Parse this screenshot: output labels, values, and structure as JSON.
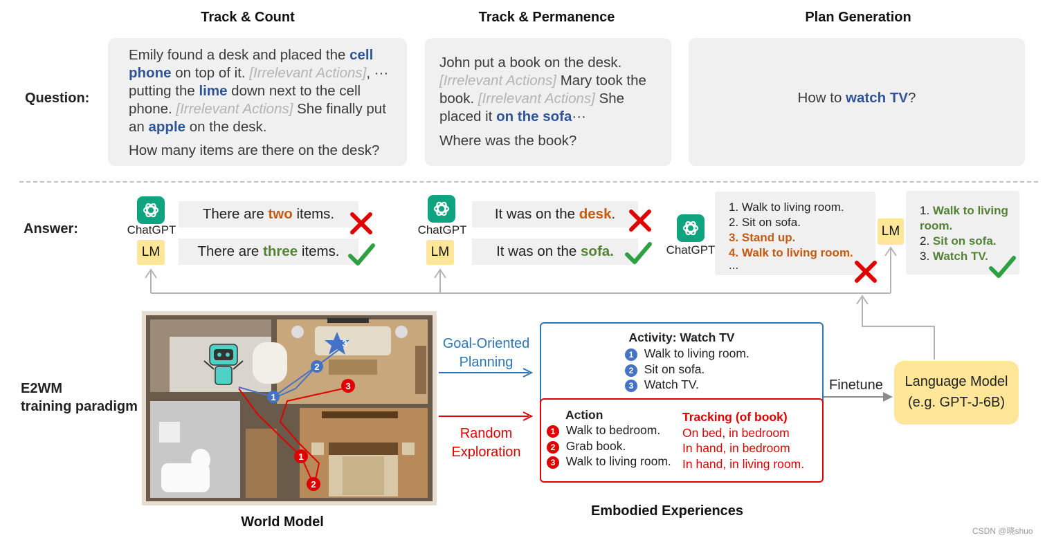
{
  "columns": {
    "track_count": "Track & Count",
    "track_permanence": "Track & Permanence",
    "plan_generation": "Plan Generation"
  },
  "labels": {
    "question": "Question:",
    "answer": "Answer:",
    "e2wm_line1": "E2WM",
    "e2wm_line2": "training paradigm"
  },
  "q1": {
    "p1": "Emily found a desk and placed the ",
    "h1": "cell phone",
    "p2": " on top of it. ",
    "irr1": "[Irrelevant Actions]",
    "p3": ", ··· putting the ",
    "h2": "lime",
    "p4": " down next to the cell phone. ",
    "irr2": "[Irrelevant Actions]",
    "p5": "  She finally put an ",
    "h3": "apple",
    "p6": " on the desk.",
    "question": "How many items are there on the desk?"
  },
  "q2": {
    "p1": "John put a book on the desk. ",
    "irr1": "[Irrelevant Actions]",
    "p2": " Mary took the book. ",
    "irr2": "[Irrelevant Actions]",
    "p3": " She placed it ",
    "h1": "on the sofa",
    "p4": "···",
    "question": "Where was the book?"
  },
  "q3": {
    "p1": "How to ",
    "h1": "watch TV",
    "p2": "?"
  },
  "a1": {
    "chatgpt_pre": "There are ",
    "chatgpt_hl": "two",
    "chatgpt_post": " items.",
    "lm_pre": "There are ",
    "lm_hl": "three",
    "lm_post": " items."
  },
  "a2": {
    "chatgpt_pre": "It was on the ",
    "chatgpt_hl": "desk",
    "chatgpt_post": ".",
    "lm_pre": "It was on the ",
    "lm_hl": "sofa",
    "lm_post": "."
  },
  "a3": {
    "chatgpt": [
      "1. Walk to living room.",
      "2. Sit on sofa.",
      "3. Stand up.",
      "4. Walk to living room.",
      "..."
    ],
    "lm_1_num": "1. ",
    "lm_1": "Walk to living room.",
    "lm_2_num": "2. ",
    "lm_2": "Sit on sofa.",
    "lm_3_num": "3. ",
    "lm_3": "Watch TV."
  },
  "chatgpt_label": "ChatGPT",
  "lm_label": "LM",
  "flow": {
    "goal_oriented_1": "Goal-Oriented",
    "goal_oriented_2": "Planning",
    "random_1": "Random",
    "random_2": "Exploration",
    "finetune": "Finetune"
  },
  "activity": {
    "title": "Activity: Watch TV",
    "steps": [
      "Walk to living room.",
      "Sit on sofa.",
      "Watch TV."
    ],
    "nums": [
      "1",
      "2",
      "3"
    ]
  },
  "action": {
    "title": "Action",
    "steps": [
      "Walk to bedroom.",
      "Grab book.",
      "Walk to living room."
    ],
    "nums": [
      "1",
      "2",
      "3"
    ],
    "tracking_title": "Tracking (of book)",
    "tracking": [
      "On bed, in bedroom",
      "In hand, in bedroom",
      "In hand, in living room."
    ]
  },
  "language_model": {
    "line1": "Language Model",
    "line2": "(e.g. GPT-J-6B)"
  },
  "captions": {
    "world_model": "World Model",
    "embodied": "Embodied Experiences"
  },
  "watermark": "CSDN @晓shuo",
  "colors": {
    "highlight_blue": "#2f5597",
    "wrong_orange": "#c55a11",
    "correct_green": "#548235",
    "lm_yellow": "#ffe699",
    "red": "#e00000",
    "blue_box": "#2e75b6"
  },
  "icons": {
    "wrong": "cross-icon",
    "correct": "check-icon",
    "chatgpt": "openai-logo-icon"
  }
}
